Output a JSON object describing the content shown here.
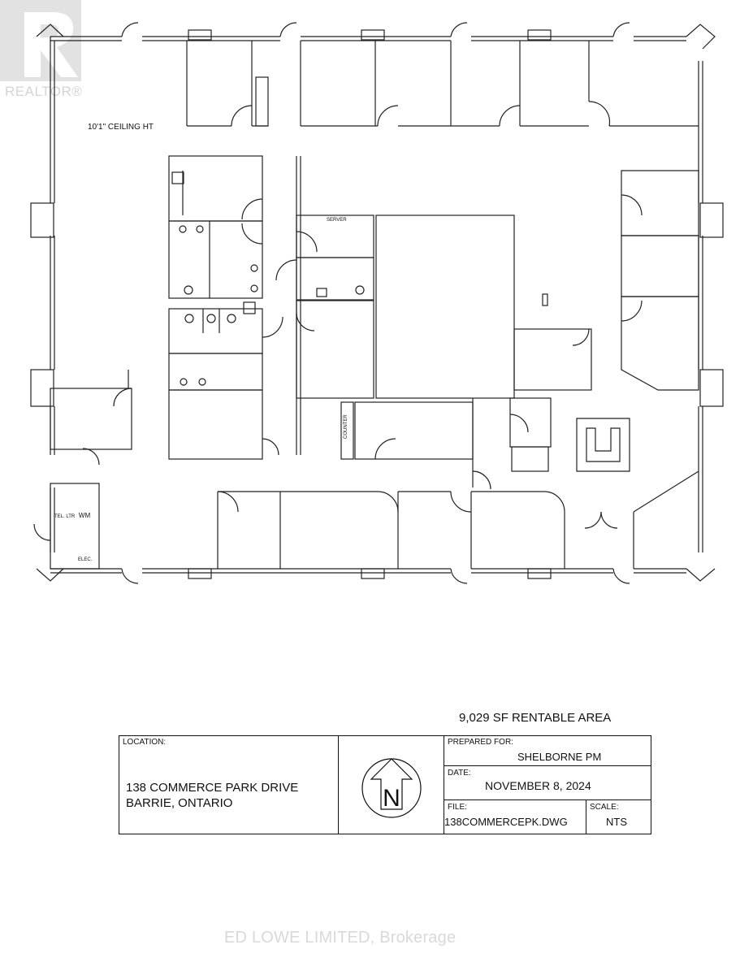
{
  "logo": {
    "text": "REALTOR®"
  },
  "floor_plan": {
    "ceiling_label": "10'1\" CEILING HT",
    "server_label": "SERVER",
    "counter_label": "COUNTER",
    "tel_ltr_label": "TEL. LTR",
    "wm_label": "WM",
    "elec_label": "ELEC."
  },
  "rentable_area": "9,029 SF RENTABLE AREA",
  "title_block": {
    "location_label": "LOCATION:",
    "address_line1": "138 COMMERCE PARK DRIVE",
    "address_line2": "BARRIE, ONTARIO",
    "prepared_for_label": "PREPARED FOR:",
    "prepared_for": "SHELBORNE PM",
    "date_label": "DATE:",
    "date": "NOVEMBER 8,  2024",
    "file_label": "FILE:",
    "file": "138COMMERCEPK.DWG",
    "scale_label": "SCALE:",
    "scale": "NTS",
    "north_letter": "N"
  },
  "watermark": "ED LOWE LIMITED, Brokerage"
}
